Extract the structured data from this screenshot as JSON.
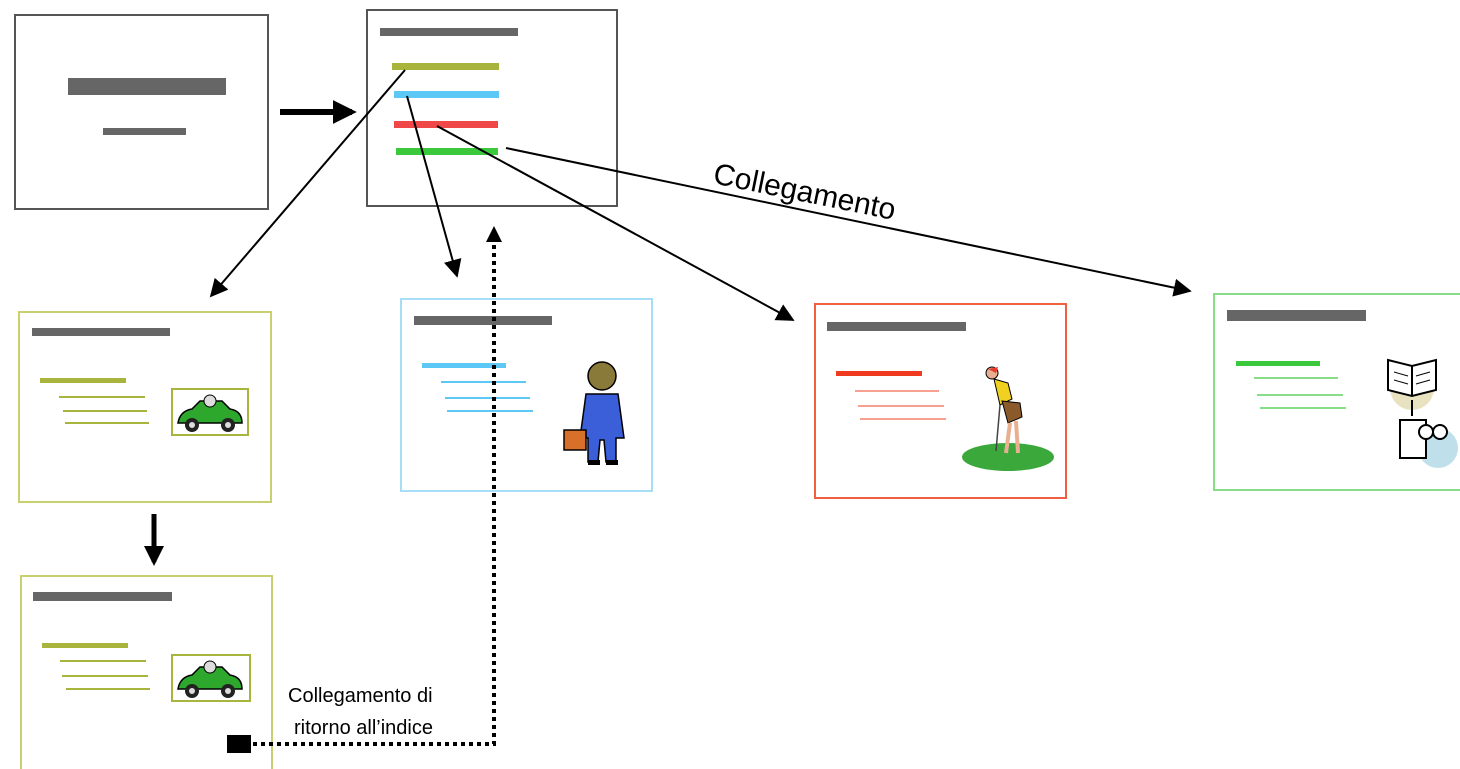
{
  "labels": {
    "link": "Collegamento",
    "return_line1": "Collegamento di",
    "return_line2": "ritorno all’indice"
  },
  "colors": {
    "title_bar": "#666666",
    "frame": "#555555",
    "olive": "#a8b43c",
    "olive_light": "#c8d070",
    "blue": "#5bc8f5",
    "blue_light": "#a8ddf7",
    "red": "#f04848",
    "red_light": "#f8a090",
    "green": "#3cc83c",
    "green_light": "#88dd88",
    "arrow": "#000000"
  },
  "icons": {
    "car": "green-car-icon",
    "businessman": "businessman-icon",
    "golfer": "golfer-icon",
    "book_video": "book-video-icon",
    "return_button": "return-button-icon"
  }
}
